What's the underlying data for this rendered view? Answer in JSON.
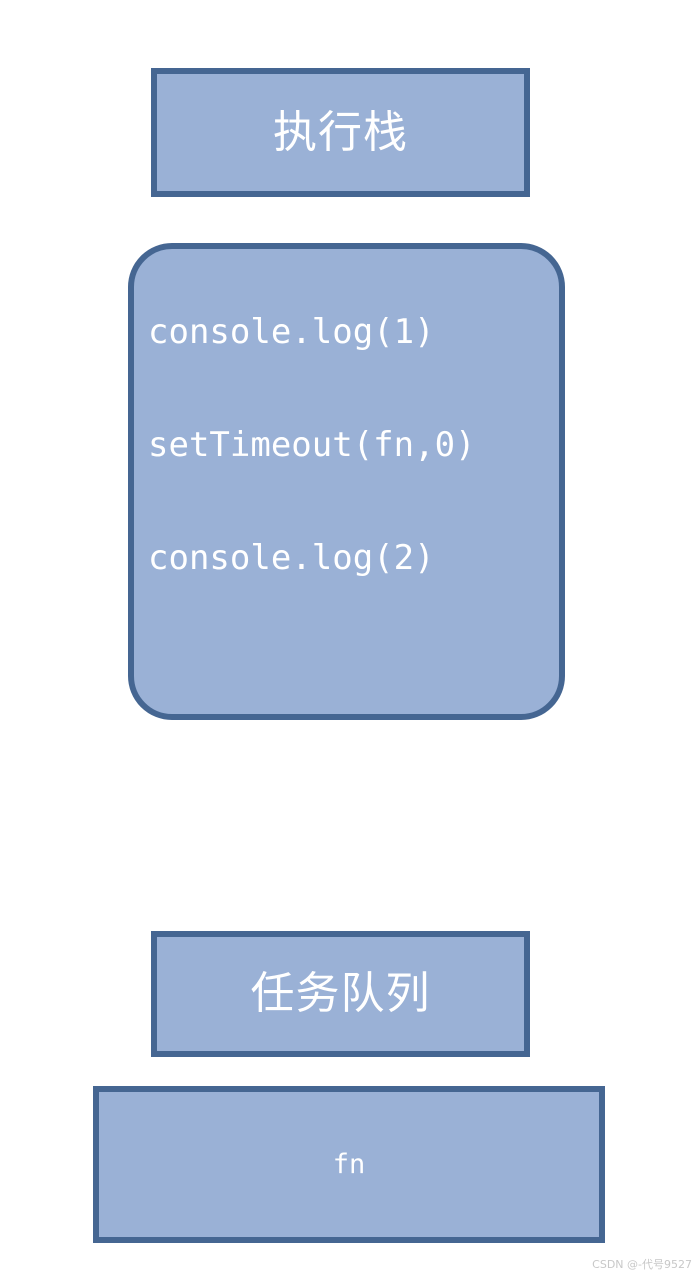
{
  "diagram": {
    "background_color": "#ffffff",
    "shape_fill_color": "#9ab1d6",
    "shape_border_color": "#456692",
    "text_color": "#ffffff",
    "execution_stack": {
      "title": "执行栈",
      "frames": [
        "console.log(1)",
        "setTimeout(fn,0)",
        "console.log(2)"
      ]
    },
    "task_queue": {
      "title": "任务队列",
      "items": [
        "fn"
      ]
    }
  },
  "watermark": {
    "text": "CSDN @-代号9527",
    "color": "#c8c8c8"
  }
}
